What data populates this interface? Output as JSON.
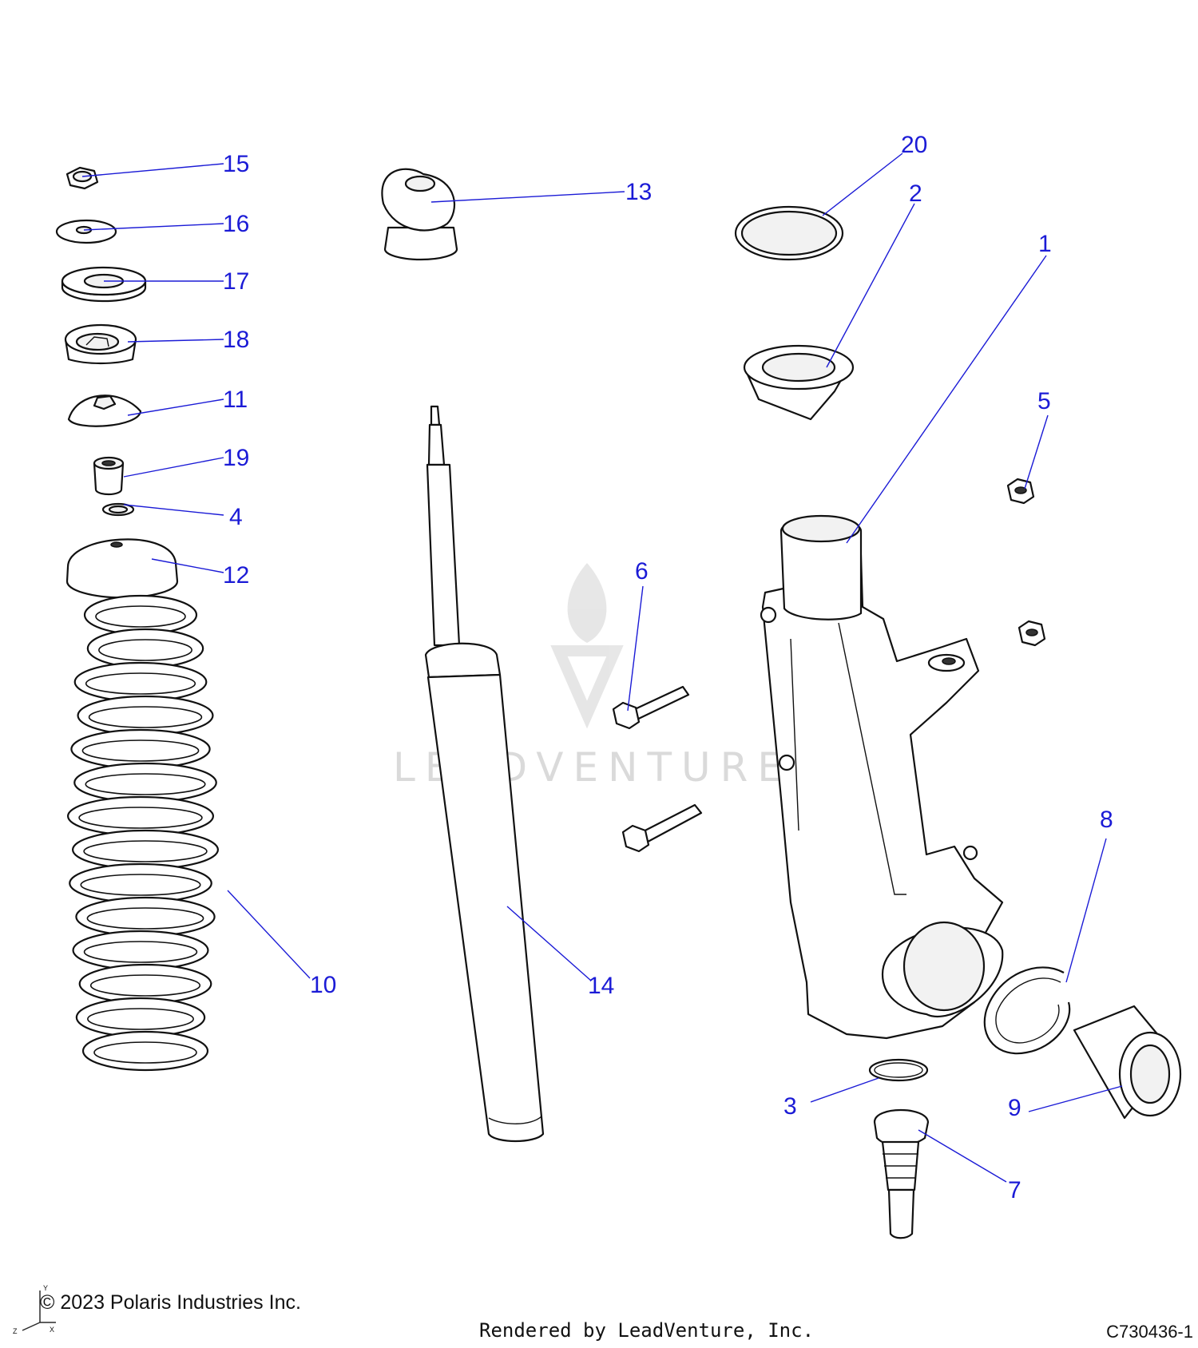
{
  "diagram": {
    "callouts": [
      {
        "id": "1",
        "label": "1"
      },
      {
        "id": "2",
        "label": "2"
      },
      {
        "id": "3",
        "label": "3"
      },
      {
        "id": "4",
        "label": "4"
      },
      {
        "id": "5",
        "label": "5"
      },
      {
        "id": "6",
        "label": "6"
      },
      {
        "id": "7",
        "label": "7"
      },
      {
        "id": "8",
        "label": "8"
      },
      {
        "id": "9",
        "label": "9"
      },
      {
        "id": "10",
        "label": "10"
      },
      {
        "id": "11",
        "label": "11"
      },
      {
        "id": "12",
        "label": "12"
      },
      {
        "id": "13",
        "label": "13"
      },
      {
        "id": "14",
        "label": "14"
      },
      {
        "id": "15",
        "label": "15"
      },
      {
        "id": "16",
        "label": "16"
      },
      {
        "id": "17",
        "label": "17"
      },
      {
        "id": "18",
        "label": "18"
      },
      {
        "id": "19",
        "label": "19"
      },
      {
        "id": "20",
        "label": "20"
      }
    ],
    "callout_color": "#1b1bd6"
  },
  "watermark": {
    "text": "LEADVENTURE"
  },
  "footer": {
    "copyright": "© 2023 Polaris Industries Inc.",
    "rendered_by": "Rendered by LeadVenture, Inc.",
    "drawing_code": "C730436-1"
  },
  "axes_labels": {
    "y": "Y",
    "z": "Z",
    "x": "X"
  }
}
